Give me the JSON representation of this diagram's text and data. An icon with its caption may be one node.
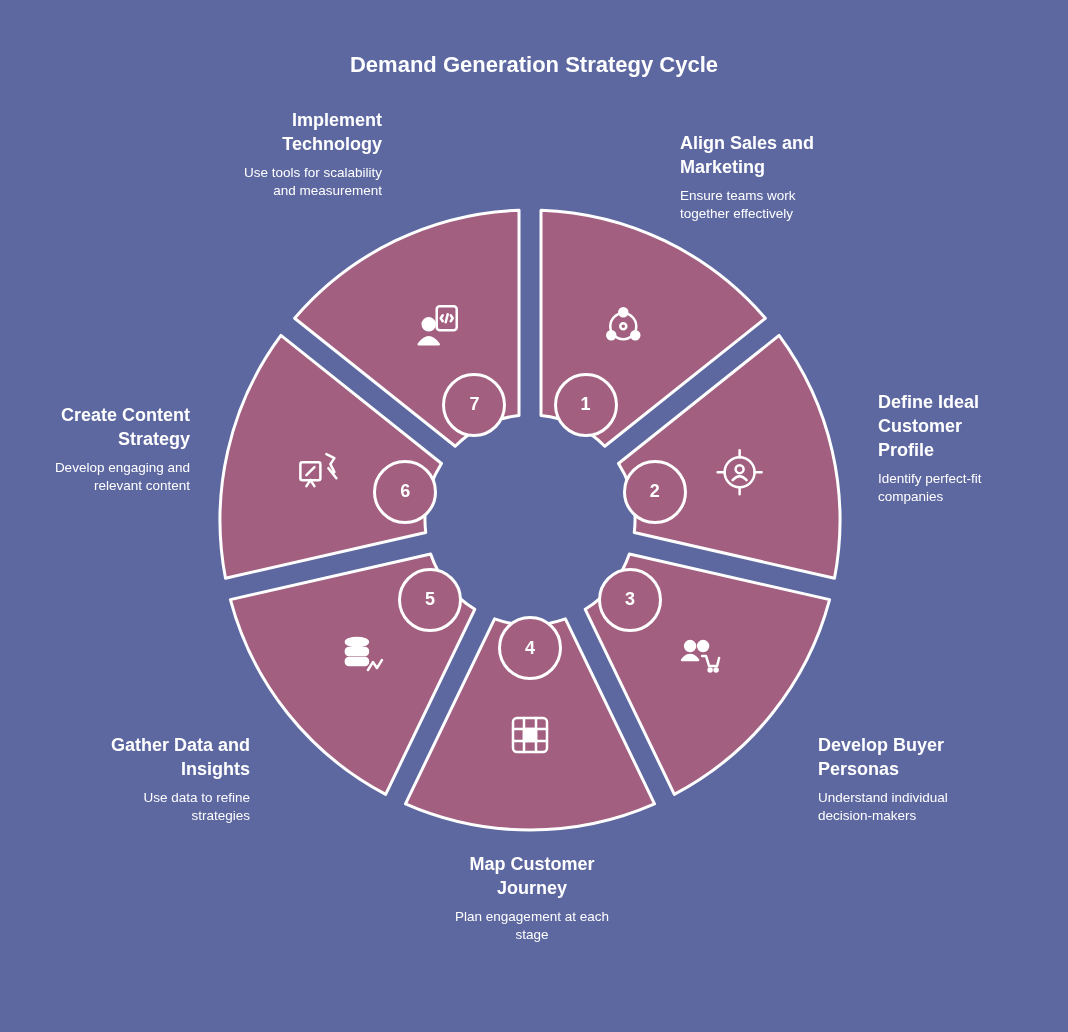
{
  "diagram": {
    "title": "Demand Generation Strategy Cycle",
    "nodes": [
      {
        "text": [
          "Align Sales and Marketing",
          "Ensure teams work together effectively"
        ]
      },
      {
        "text": [
          "1"
        ],
        "in": 0
      },
      {
        "text": [
          "Define Ideal Customer Profile",
          "Identify perfect-fit companies"
        ]
      },
      {
        "text": [
          "2"
        ],
        "in": 2
      },
      {
        "text": [
          "Develop Buyer Personas",
          "Understand individual decision-makers"
        ]
      },
      {
        "text": [
          "3"
        ],
        "in": 4
      },
      {
        "text": [
          "Map Customer Journey",
          "Plan engagement at each stage"
        ]
      },
      {
        "text": [
          "4"
        ],
        "in": 6
      },
      {
        "text": [
          "Gather Data and Insights",
          "Use data to refine strategies"
        ]
      },
      {
        "text": [
          "5"
        ],
        "in": 8
      },
      {
        "text": [
          "Create Content Strategy",
          "Develop engaging and relevant content"
        ]
      },
      {
        "text": [
          "6"
        ],
        "in": 10
      },
      {
        "text": [
          "Implement Technology",
          "Use tools for scalability and measurement"
        ]
      },
      {
        "text": [
          "7"
        ],
        "in": 12
      }
    ],
    "edges": []
  }
}
